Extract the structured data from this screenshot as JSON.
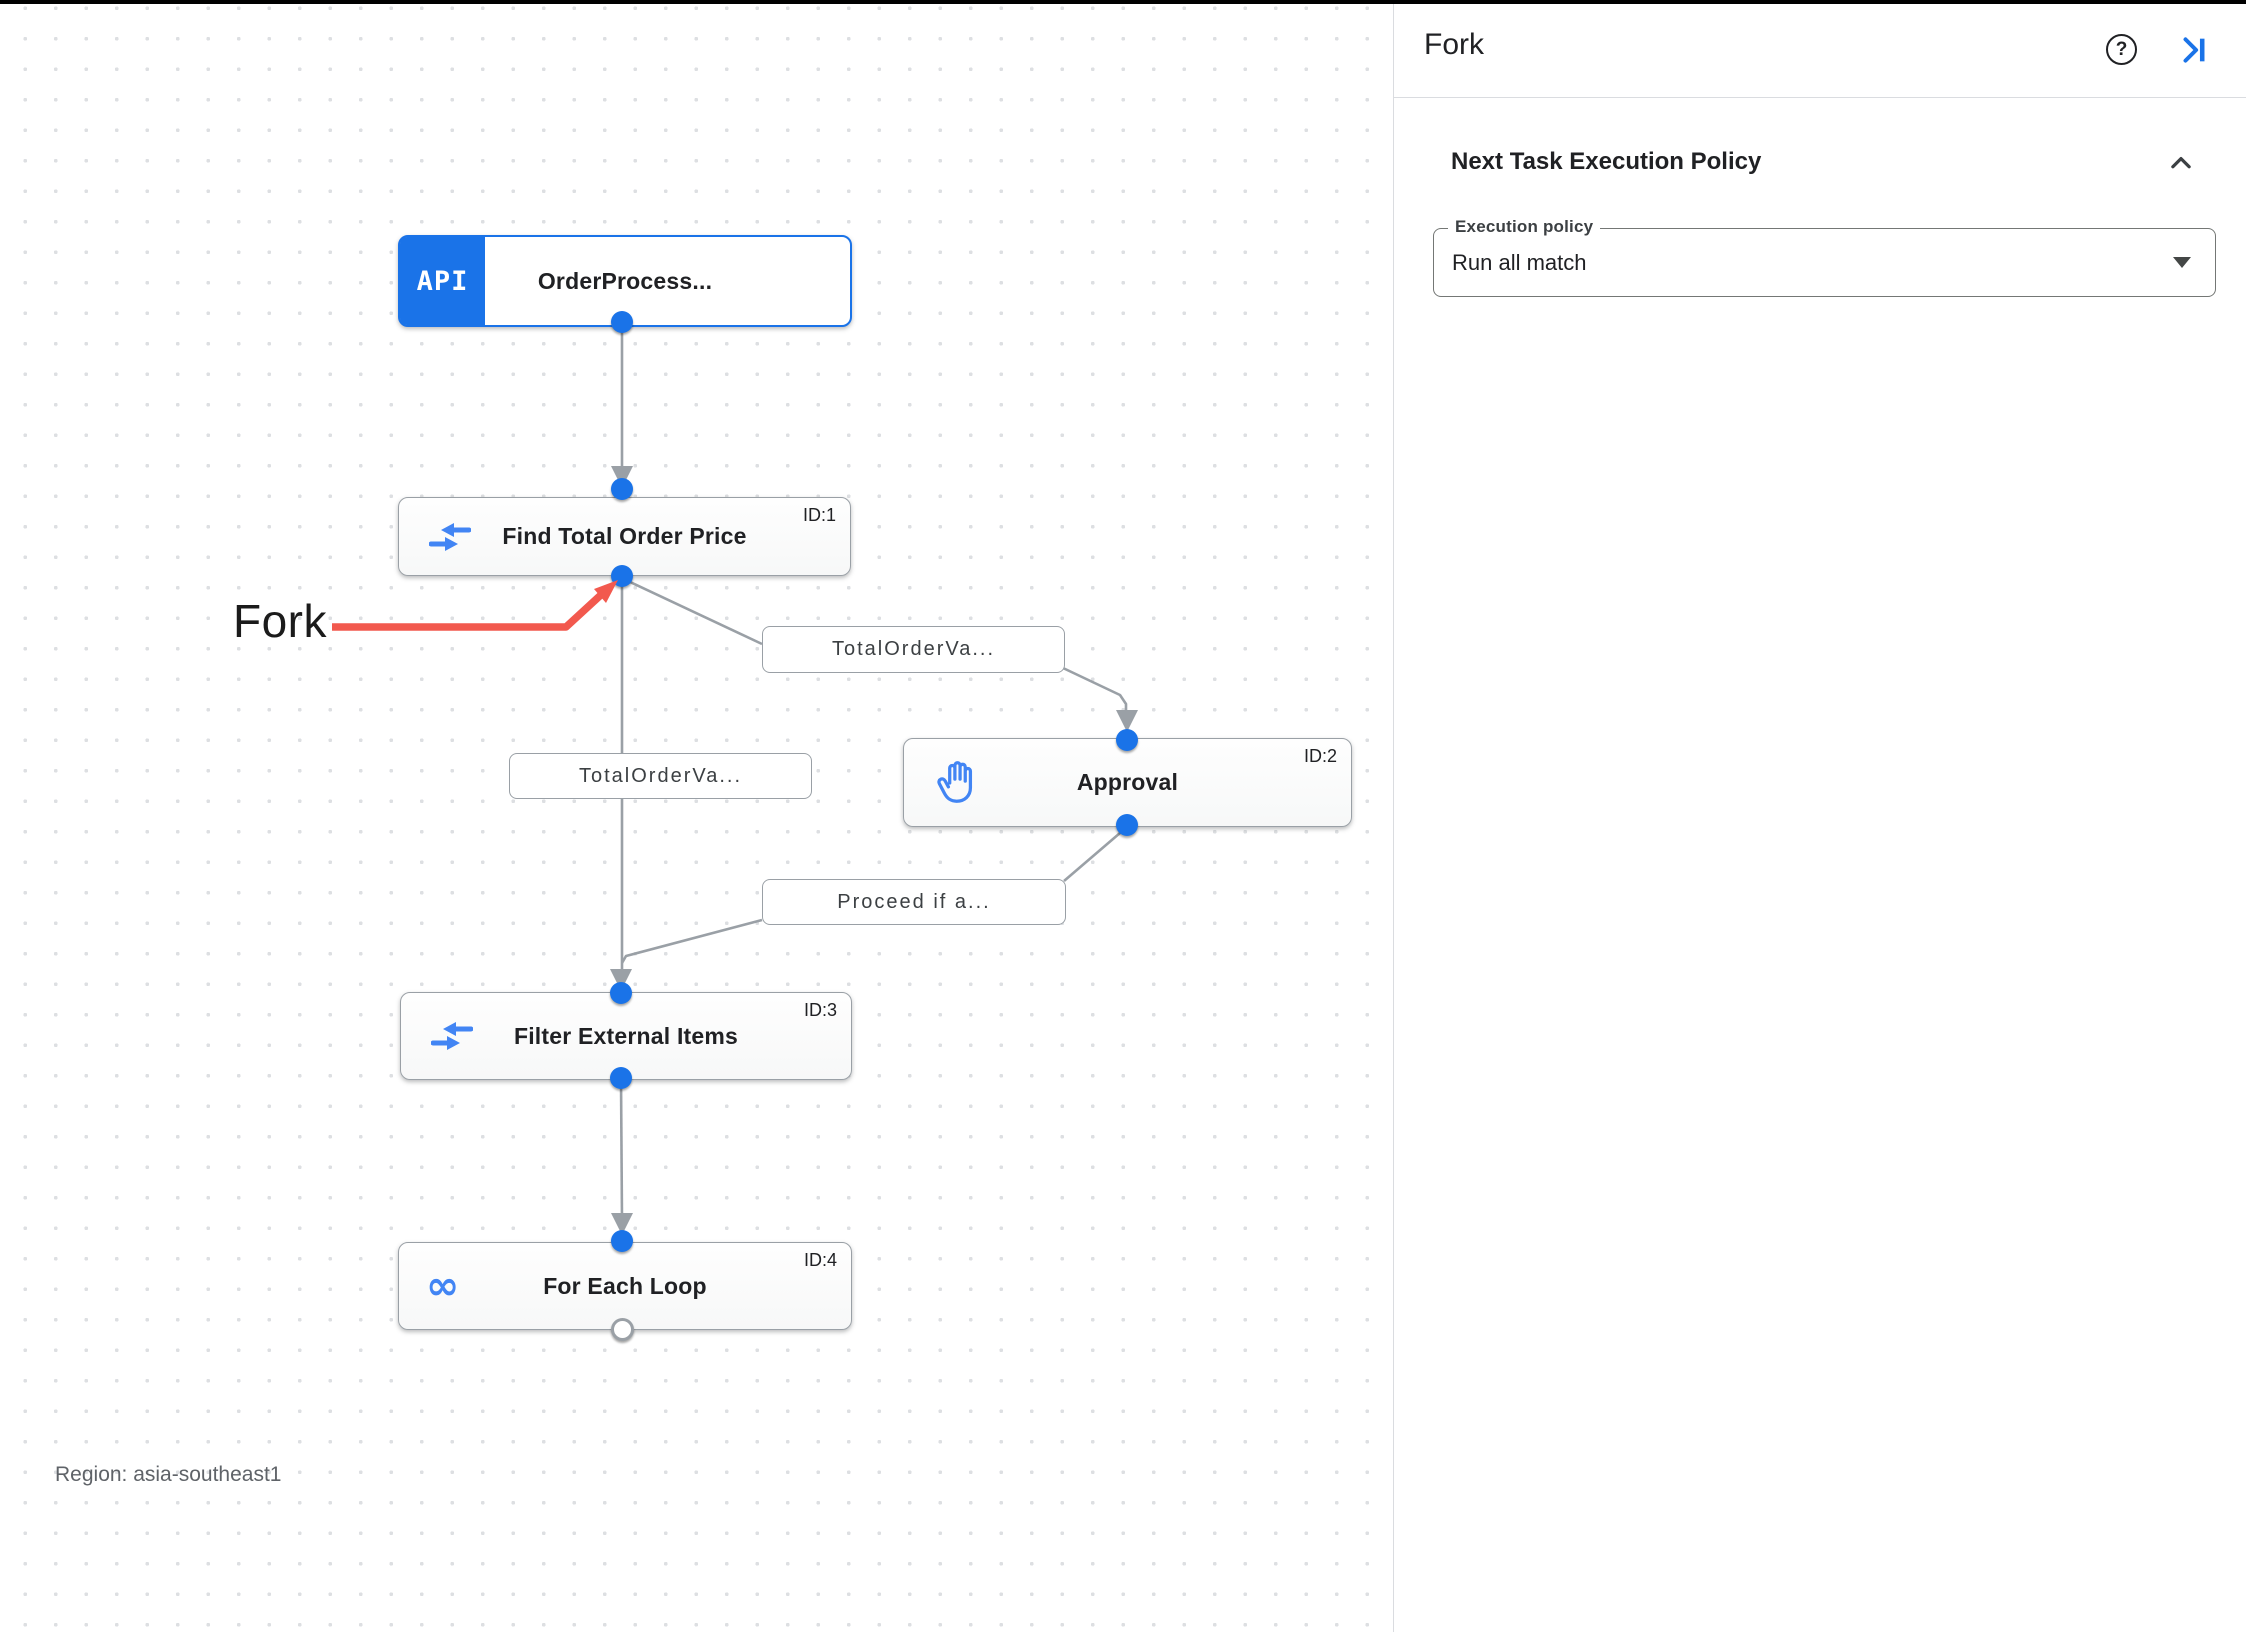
{
  "panel": {
    "title": "Fork",
    "section": {
      "title": "Next Task Execution Policy",
      "execution_policy_label": "Execution policy",
      "execution_policy_value": "Run all match"
    }
  },
  "canvas": {
    "annotation_text": "Fork",
    "region_label": "Region: asia-southeast1",
    "nodes": [
      {
        "badge": "API",
        "title": "OrderProcess...",
        "id_label": ""
      },
      {
        "title": "Find Total Order Price",
        "id_label": "ID:1"
      },
      {
        "title": "Approval",
        "id_label": "ID:2"
      },
      {
        "title": "Filter External Items",
        "id_label": "ID:3"
      },
      {
        "title": "For Each Loop",
        "id_label": "ID:4"
      }
    ],
    "edge_labels": [
      {
        "text": "TotalOrderVa..."
      },
      {
        "text": "TotalOrderVa..."
      },
      {
        "text": "Proceed if a..."
      }
    ]
  },
  "icons": {
    "help": "help-icon",
    "collapse_panel": "collapse-panel-icon",
    "section_collapse": "chevron-up-icon",
    "trigger": "api-trigger-badge",
    "data_mapping": "data-mapping-icon",
    "approval": "hand-icon",
    "loop": "infinity-loop-icon"
  },
  "colors": {
    "accent_blue": "#1a73e8",
    "icon_blue": "#4285f4",
    "edge_gray": "#9aa0a6",
    "annotation_red": "#f2594e",
    "text_dark": "#202124",
    "text_gray": "#5f6368"
  }
}
